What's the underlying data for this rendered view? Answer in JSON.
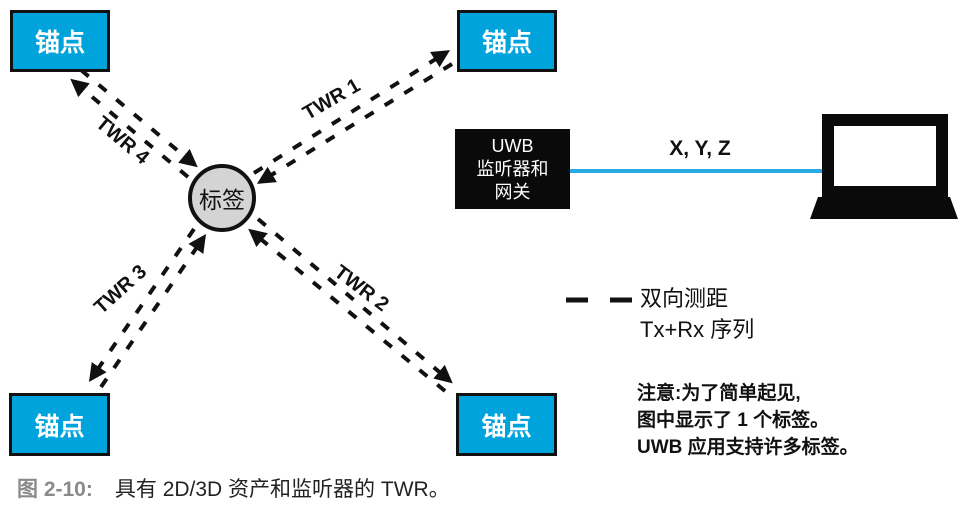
{
  "colors": {
    "anchor_fill": "#00a3dc",
    "connector_line": "#29abe2",
    "tag_fill": "#d4d4d4",
    "caption_label": "#8a8a8a"
  },
  "diagram": {
    "anchor_top_left": "锚点",
    "anchor_top_right": "锚点",
    "anchor_bottom_left": "锚点",
    "anchor_bottom_right": "锚点",
    "tag": "标签",
    "twr1": "TWR 1",
    "twr2": "TWR 2",
    "twr3": "TWR 3",
    "twr4": "TWR 4",
    "gateway": {
      "line1": "UWB",
      "line2": "监听器和",
      "line3": "网关"
    },
    "xyz": "X, Y, Z"
  },
  "legend": {
    "line1": "双向测距",
    "line2": "Tx+Rx 序列"
  },
  "note": {
    "line1": "注意:为了简单起见,",
    "line2": "图中显示了 1 个标签。",
    "line3": "UWB 应用支持许多标签。"
  },
  "caption": {
    "label": "图 2-10:",
    "text": "具有 2D/3D 资产和监听器的 TWR。"
  }
}
